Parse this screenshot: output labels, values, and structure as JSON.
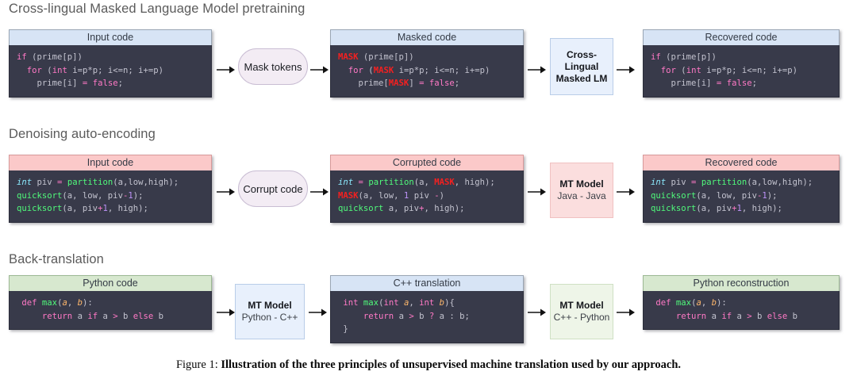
{
  "figure": {
    "caption_label": "Figure 1:",
    "caption_text": "Illustration of the three principles of unsupervised machine translation used by our approach."
  },
  "colors": {
    "code_bg": "#383a4a",
    "header_blue": "#d7e4f5",
    "header_pink": "#fbc9c9",
    "header_green": "#d7e8cf",
    "keyword": "#ff79c6",
    "function": "#50fa7b",
    "type": "#8be9fd",
    "mask": "#f42020",
    "number": "#bd93f8",
    "param": "#ffb86c"
  },
  "rows": [
    {
      "title": "Cross-lingual Masked Language Model pretraining",
      "panel1_header": "Input code",
      "panel2_header": "Masked code",
      "panel3_header": "Recovered code",
      "process1_line1": "Mask tokens",
      "process1_line2": "",
      "process2_line1": "Cross-Lingual",
      "process2_line2": "Masked LM",
      "code1": "if (prime[p])\n  for (int i=p*p; i<=n; i+=p)\n    prime[i] = false;",
      "code2": "MASK (prime[p])\n  for (MASK i=p*p; i<=n; i+=p)\n    prime[MASK] = false;",
      "code3": "if (prime[p])\n  for (int i=p*p; i<=n; i+=p)\n    prime[i] = false;"
    },
    {
      "title": "Denoising auto-encoding",
      "panel1_header": "Input code",
      "panel2_header": "Corrupted code",
      "panel3_header": "Recovered code",
      "process1_line1": "Corrupt code",
      "process1_line2": "",
      "process2_line1": "MT Model",
      "process2_line2": "Java - Java",
      "code1": "int piv = partition(a,low,high);\nquicksort(a, low, piv-1);\nquicksort(a, piv+1, high);",
      "code2": "int = partition(a, MASK, high);\nMASK(a, low, 1 piv -)\nquicksort a, piv+, high);",
      "code3": "int piv = partition(a,low,high);\nquicksort(a, low, piv-1);\nquicksort(a, piv+1, high);"
    },
    {
      "title": "Back-translation",
      "panel1_header": "Python code",
      "panel2_header": "C++ translation",
      "panel3_header": "Python reconstruction",
      "process1_line1": "MT Model",
      "process1_line2": "Python - C++",
      "process2_line1": "MT Model",
      "process2_line2": "C++ - Python",
      "code1": "def max(a, b):\n    return a if a > b else b",
      "code2": "int max(int a, int b){\n    return a > b ? a : b;\n}",
      "code3": "def max(a, b):\n    return a if a > b else b"
    }
  ]
}
